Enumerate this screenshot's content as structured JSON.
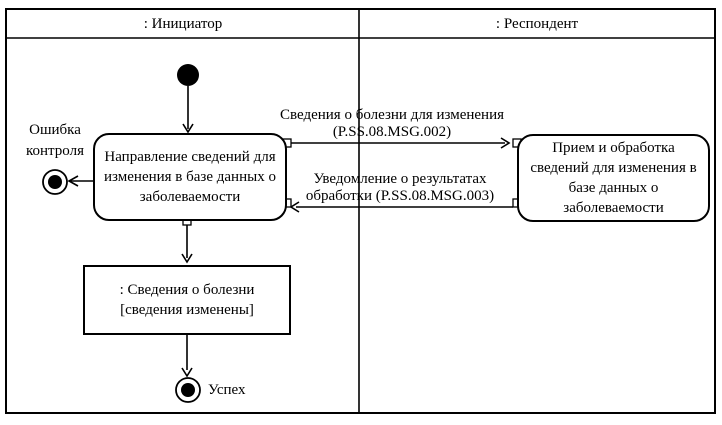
{
  "lanes": [
    {
      "label": ": Инициатор"
    },
    {
      "label": ": Респондент"
    }
  ],
  "nodes": {
    "send_activity": {
      "lines": [
        "Направление сведений для",
        "изменения в базе данных о",
        "заболеваемости"
      ]
    },
    "receive_activity": {
      "lines": [
        "Прием и обработка",
        "сведений для изменения в",
        "базе данных о",
        "заболеваемости"
      ]
    },
    "object_node": {
      "lines": [
        ": Сведения о болезни",
        "[сведения изменены]"
      ]
    },
    "error_final": {
      "label_lines": [
        "Ошибка",
        "контроля"
      ]
    },
    "success_final": {
      "label": "Успех"
    }
  },
  "messages": [
    {
      "lines": [
        "Сведения о болезни для изменения",
        "(P.SS.08.MSG.002)"
      ],
      "direction": "initiator-to-respondent"
    },
    {
      "lines": [
        "Уведомление о результатах",
        "обработки (P.SS.08.MSG.003)"
      ],
      "direction": "respondent-to-initiator"
    }
  ],
  "colors": {
    "line": "#000000",
    "background": "#ffffff",
    "node_fill": "#000000"
  }
}
